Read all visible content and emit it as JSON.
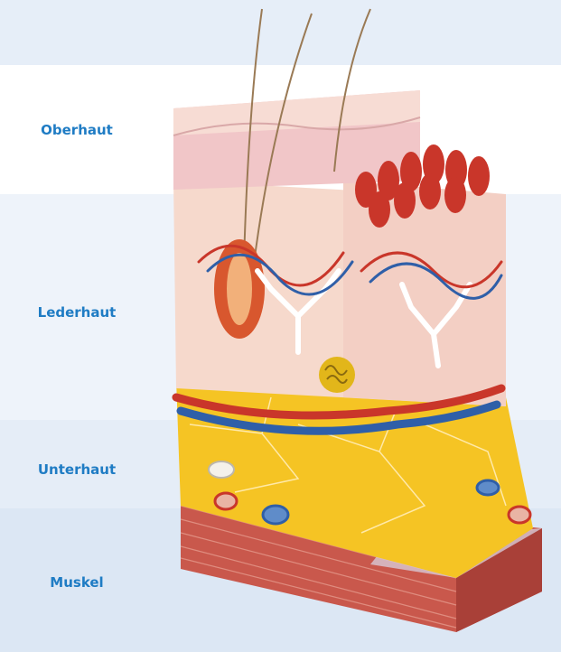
{
  "layers": [
    {
      "label": "Oberhaut"
    },
    {
      "label": "Lederhaut"
    },
    {
      "label": "Unterhaut"
    },
    {
      "label": "Muskel"
    }
  ],
  "colors": {
    "label_text": "#1f7cc4",
    "epidermis": "#f1c6c8",
    "dermis": "#f6d9cc",
    "fat": "#f5c424",
    "muscle": "#c9584c",
    "artery": "#c9362a",
    "vein": "#2f5fa8"
  }
}
